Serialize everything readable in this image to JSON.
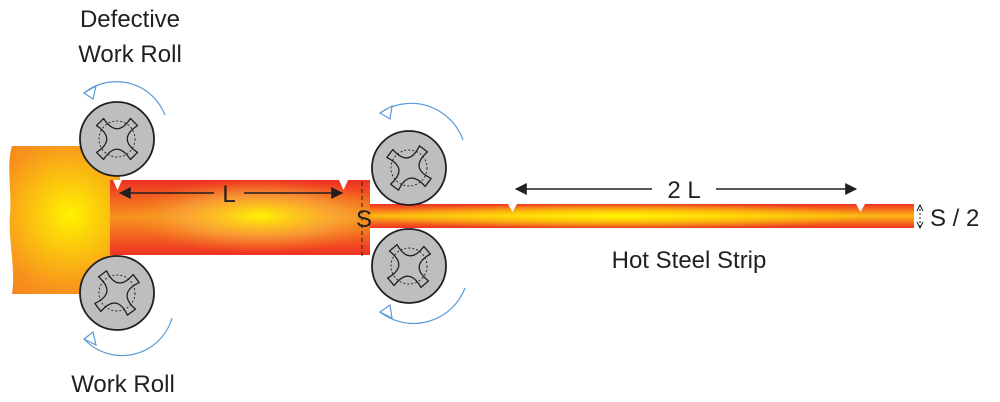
{
  "labels": {
    "defective_roll_line1": "Defective",
    "defective_roll_line2": "Work Roll",
    "work_roll": "Work Roll",
    "length_first": "L",
    "length_second": "2 L",
    "thickness_first": "S",
    "thickness_second": "S / 2",
    "strip": "Hot Steel Strip"
  },
  "icons": {
    "roll": "roll-cross-icon",
    "rotation": "rotation-arrow-icon"
  },
  "colors": {
    "strip_edge": "#ee3124",
    "strip_mid": "#f7941d",
    "strip_core": "#fff200",
    "roll_fill": "#bcbec0",
    "roll_stroke": "#231f20",
    "rotation_arrow": "#5b9bd5"
  }
}
